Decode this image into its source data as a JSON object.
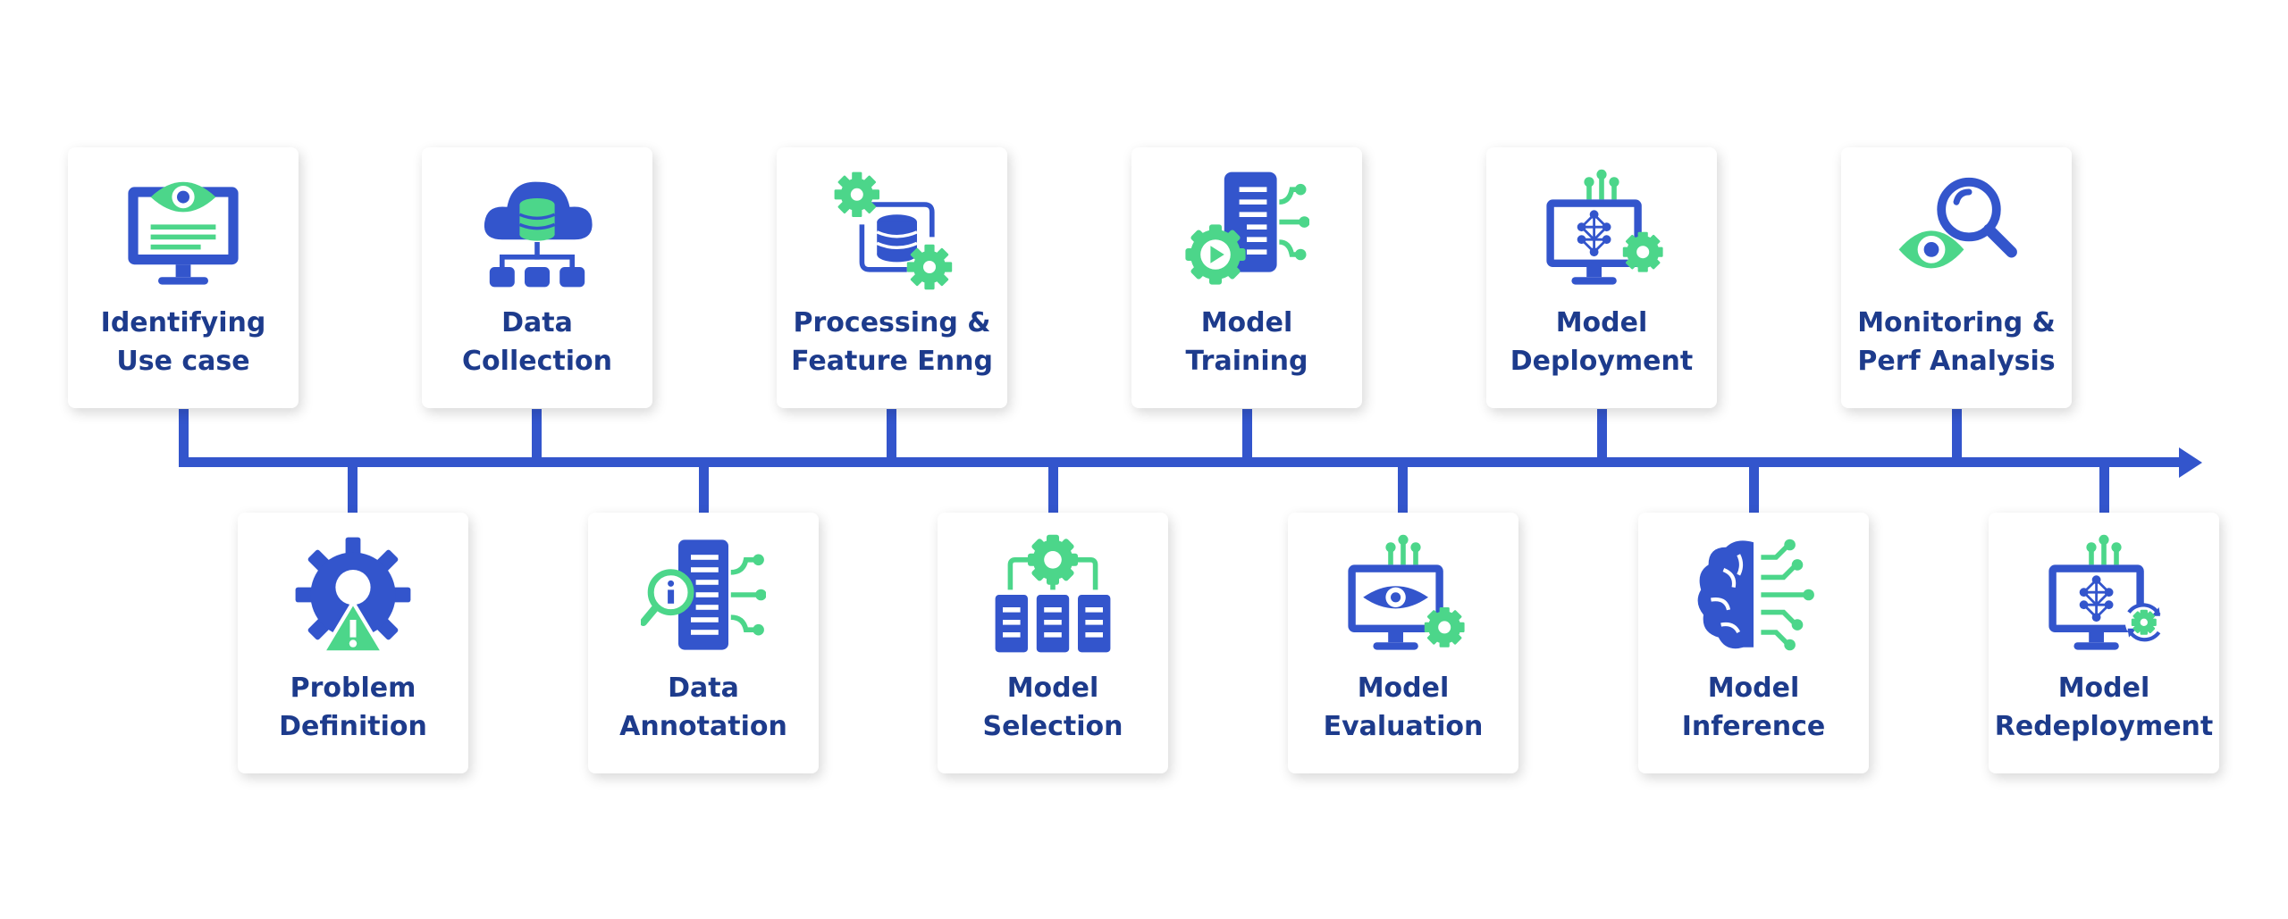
{
  "colors": {
    "primary": "#3355cc",
    "accent": "#4cd68a",
    "label_text": "#1d3b8c"
  },
  "steps": [
    {
      "label": "Identifying\nUse case",
      "icon": "monitor-eye-icon"
    },
    {
      "label": "Problem\nDefinition",
      "icon": "gear-warning-icon"
    },
    {
      "label": "Data\nCollection",
      "icon": "cloud-database-icon"
    },
    {
      "label": "Data\nAnnotation",
      "icon": "document-magnifier-info-icon"
    },
    {
      "label": "Processing &\nFeature Enng",
      "icon": "gears-database-icon"
    },
    {
      "label": "Model\nSelection",
      "icon": "gear-servers-icon"
    },
    {
      "label": "Model\nTraining",
      "icon": "document-gear-play-icon"
    },
    {
      "label": "Model\nEvaluation",
      "icon": "monitor-eye-gear-icon"
    },
    {
      "label": "Model\nDeployment",
      "icon": "monitor-network-gear-icon"
    },
    {
      "label": "Model\nInference",
      "icon": "brain-circuit-icon"
    },
    {
      "label": "Monitoring &\nPerf Analysis",
      "icon": "eye-magnifier-icon"
    },
    {
      "label": "Model\nRedeployment",
      "icon": "monitor-network-refresh-gear-icon"
    }
  ]
}
